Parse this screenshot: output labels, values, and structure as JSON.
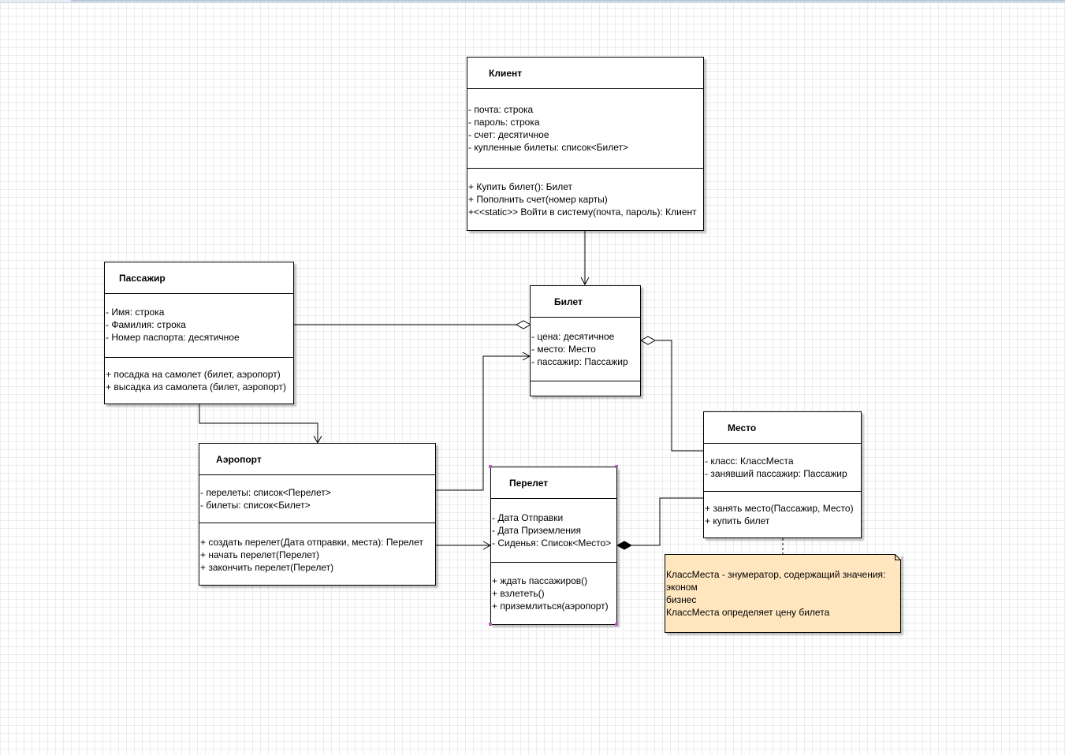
{
  "classes": {
    "client": {
      "name": "Клиент",
      "attributes": [
        "- почта: строка",
        "- пароль: строка",
        "- счет: десятичное",
        "- купленные билеты: список<Билет>"
      ],
      "operations": [
        "+ Купить билет(): Билет",
        "+ Пополнить счет(номер карты)",
        "+<<static>> Войти в систему(почта, пароль): Клиент"
      ]
    },
    "passenger": {
      "name": "Пассажир",
      "attributes": [
        "- Имя: строка",
        "- Фамилия: строка",
        "- Номер паспорта: десятичное"
      ],
      "operations": [
        "+ посадка на самолет (билет, аэропорт)",
        "+ высадка из самолета (билет, аэропорт)"
      ]
    },
    "ticket": {
      "name": "Билет",
      "attributes": [
        "- цена: десятичное",
        "- место: Место",
        "- пассажир: Пассажир"
      ],
      "operations": []
    },
    "airport": {
      "name": "Аэропорт",
      "attributes": [
        "- перелеты: список<Перелет>",
        "- билеты: список<Билет>"
      ],
      "operations": [
        "+ создать перелет(Дата отправки, места): Перелет",
        "+ начать перелет(Перелет)",
        "+ закончить перелет(Перелет)"
      ]
    },
    "flight": {
      "name": "Перелет",
      "attributes": [
        "- Дата Отправки",
        "- Дата Приземления",
        "- Сиденья: Список<Место>"
      ],
      "operations": [
        "+ ждать пассажиров()",
        "+ взлететь()",
        "+ приземлиться(аэропорт)"
      ]
    },
    "seat": {
      "name": "Место",
      "attributes": [
        "- класс: КлассМеста",
        "- занявший пассажир: Пассажир"
      ],
      "operations": [
        "+ занять место(Пассажир, Место)",
        "+ купить билет"
      ]
    }
  },
  "note": {
    "lines": [
      "КлассМеста - знумератор, содержащий значения:",
      "эконом",
      "бизнес",
      "КлассМеста определяет цену билета"
    ]
  },
  "colors": {
    "note_fill": "#ffe6bf",
    "grid": "#ececec",
    "selection_handle": "#b35fb3"
  }
}
